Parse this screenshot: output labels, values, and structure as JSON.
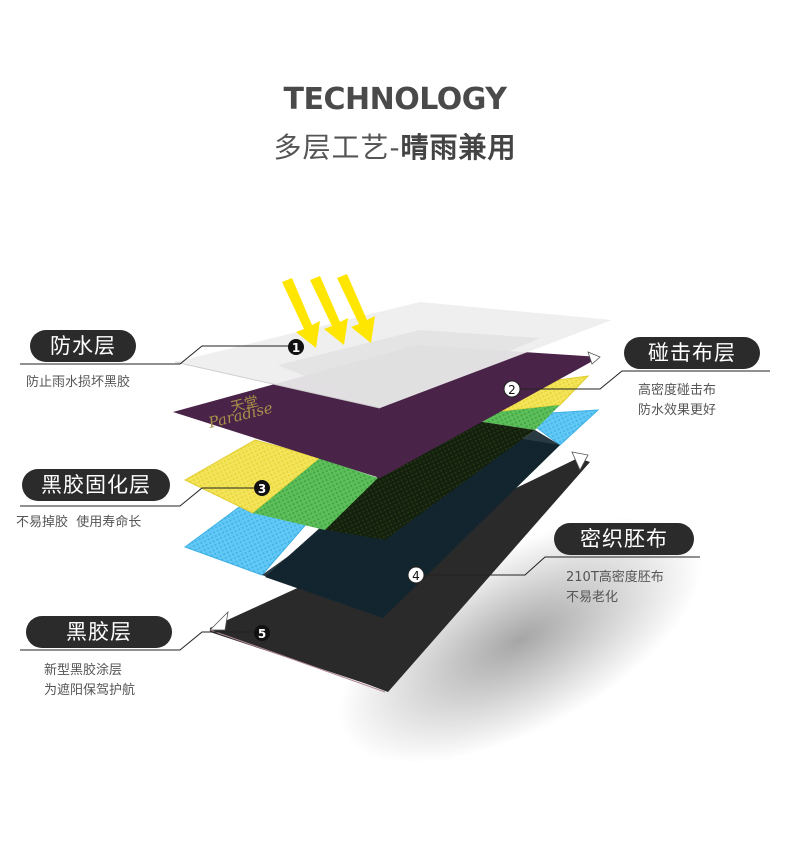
{
  "header": {
    "title_en": "TECHNOLOGY",
    "title_cn_light": "多层工艺-",
    "title_cn_bold": "晴雨兼用"
  },
  "layers": [
    {
      "number": "1",
      "label": "防水层",
      "desc": [
        "防止雨水损坏黑胶"
      ],
      "side": "left",
      "color": "#ececec"
    },
    {
      "number": "2",
      "label": "碰击布层",
      "desc": [
        "高密度碰击布",
        "防水效果更好"
      ],
      "side": "right",
      "color": "#4a2448"
    },
    {
      "number": "3",
      "label": "黑胶固化层",
      "desc": [
        "不易掉胶  使用寿命长"
      ],
      "side": "left",
      "color": "#f5e860"
    },
    {
      "number": "4",
      "label": "密织胚布",
      "desc": [
        "210T高密度胚布",
        "不易老化"
      ],
      "side": "right",
      "color": "#12222c"
    },
    {
      "number": "5",
      "label": "黑胶层",
      "desc": [
        "新型黑胶涂层",
        "为遮阳保驾护航"
      ],
      "side": "left",
      "color": "#2a2a2a"
    }
  ],
  "brand_mark": {
    "cn": "天堂",
    "en": "Paradise"
  },
  "colors": {
    "sun_arrow": "#ffe600",
    "green_layer": "#5ec25e",
    "blue_layer": "#5cc8f5",
    "pill_bg": "#2b2b2b"
  }
}
